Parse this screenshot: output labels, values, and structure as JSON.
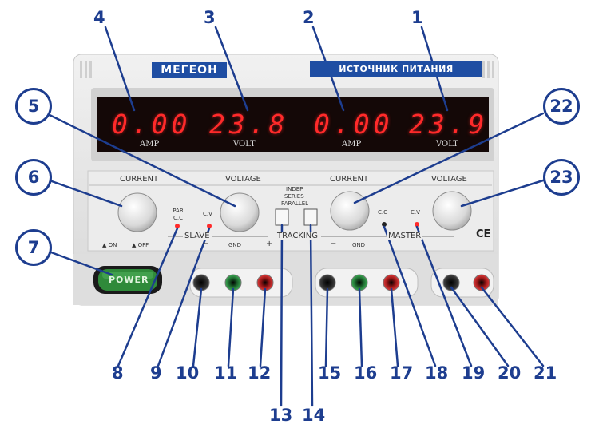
{
  "device": {
    "brand": "МЕГЕОН",
    "title": "ИСТОЧНИК ПИТАНИЯ"
  },
  "displays": [
    {
      "id": "slave-amp",
      "value": "0.00",
      "unit": "AMP"
    },
    {
      "id": "slave-volt",
      "value": "23.8",
      "unit": "VOLT"
    },
    {
      "id": "master-amp",
      "value": "0.00",
      "unit": "AMP"
    },
    {
      "id": "master-volt",
      "value": "23.9",
      "unit": "VOLT"
    }
  ],
  "panel_labels": {
    "current_left": "CURRENT",
    "voltage_left": "VOLTAGE",
    "current_right": "CURRENT",
    "voltage_right": "VOLTAGE",
    "mode_indep": "INDEP",
    "mode_series": "SERIES",
    "mode_parallel": "PARALLEL",
    "par_cc": "PAR C.C",
    "cv_left": "C.V",
    "cc_right": "C.C",
    "cv_right": "C.V",
    "slave": "SLAVE",
    "tracking": "TRACKING",
    "master": "MASTER",
    "on": "▲ ON",
    "off": "▲ OFF",
    "minus_left": "−",
    "gnd_left": "GND",
    "plus_left": "+",
    "minus_right": "−",
    "gnd_right": "GND",
    "ce": "CE",
    "power": "POWER"
  },
  "callouts": [
    "1",
    "2",
    "3",
    "4",
    "5",
    "6",
    "7",
    "8",
    "9",
    "10",
    "11",
    "12",
    "13",
    "14",
    "15",
    "16",
    "17",
    "18",
    "19",
    "20",
    "21",
    "22",
    "23"
  ],
  "colors": {
    "callout": "#1d3d8f",
    "brand_bar": "#1f4ea3",
    "led": "#ff2a2a",
    "panel": "#e7e7e7",
    "power_button": "#2f8a3a"
  }
}
